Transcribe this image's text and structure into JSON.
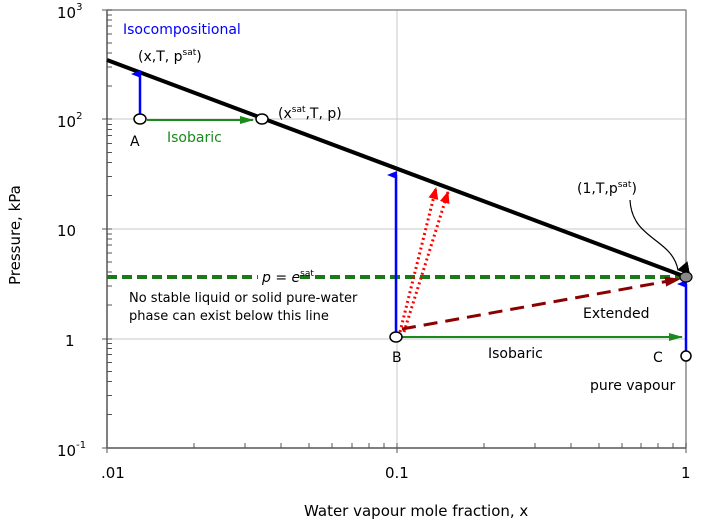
{
  "chart_data": {
    "type": "line",
    "title": "",
    "xlabel": "Water vapour mole fraction, x",
    "ylabel": "Pressure, kPa",
    "xscale": "log",
    "yscale": "log",
    "xlim": [
      0.01,
      1
    ],
    "ylim": [
      0.1,
      1000
    ],
    "grid": true,
    "x_tick_labels": [
      ".01",
      "0.1",
      "1"
    ],
    "y_tick_labels": [
      "10-1",
      "1",
      "10",
      "102",
      "103"
    ],
    "series": [
      {
        "name": "Saturation line",
        "style": "solid black thick",
        "points": [
          [
            0.01,
            350
          ],
          [
            1,
            3.7
          ]
        ]
      },
      {
        "name": "p = e_sat",
        "style": "dashed green",
        "points": [
          [
            0.01,
            3.7
          ],
          [
            1,
            3.7
          ]
        ]
      },
      {
        "name": "Isocompositional A",
        "style": "blue arrow",
        "points": [
          [
            0.0125,
            100
          ],
          [
            0.0125,
            275
          ]
        ]
      },
      {
        "name": "Isobaric A",
        "style": "green arrow",
        "points": [
          [
            0.0125,
            100
          ],
          [
            0.034,
            100
          ]
        ]
      },
      {
        "name": "Isocompositional B",
        "style": "blue arrow",
        "points": [
          [
            0.1,
            1.05
          ],
          [
            0.1,
            36
          ]
        ]
      },
      {
        "name": "Isobaric B",
        "style": "green arrow",
        "points": [
          [
            0.1,
            1.05
          ],
          [
            1,
            1.05
          ]
        ]
      },
      {
        "name": "Extended",
        "style": "dashed dark red arrow",
        "points": [
          [
            0.1,
            1.05
          ],
          [
            1,
            3.7
          ]
        ]
      },
      {
        "name": "Dotted path 1",
        "style": "dotted red arrow",
        "points": [
          [
            0.1,
            1.05
          ],
          [
            0.135,
            28
          ]
        ]
      },
      {
        "name": "Dotted path 2",
        "style": "dotted red arrow",
        "points": [
          [
            0.1,
            1.05
          ],
          [
            0.15,
            25
          ]
        ]
      },
      {
        "name": "Isocompositional C",
        "style": "blue arrow",
        "points": [
          [
            1,
            0.68
          ],
          [
            1,
            3.7
          ]
        ]
      }
    ],
    "points": [
      {
        "label": "A",
        "x": 0.0125,
        "y": 100
      },
      {
        "label": "(xsat, T, p)",
        "x": 0.034,
        "y": 100
      },
      {
        "label": "B",
        "x": 0.1,
        "y": 1.05
      },
      {
        "label": "C",
        "x": 1,
        "y": 0.68
      },
      {
        "label": "(1, T, psat)",
        "x": 1,
        "y": 3.7
      }
    ],
    "annotations": [
      "Isocompositional",
      "(x,T, psat)",
      "(xsat,T, p)",
      "Isobaric",
      "p = esat",
      "No stable liquid or solid pure-water phase can exist below this line",
      "(1,T,psat)",
      "Extended",
      "Isobaric",
      "pure vapour",
      "A",
      "B",
      "C"
    ]
  },
  "labels": {
    "isocompositional": "Isocompositional",
    "pt_a_sat_base": "(x,T, p",
    "sat_sup": "sat",
    "close_paren": ")",
    "xsat_open": "(x",
    "xsat_rest": ",T, p)",
    "isobaric_top": "Isobaric",
    "a": "A",
    "b": "B",
    "c": "C",
    "pe_p": "p",
    "pe_eq": " = e",
    "note1": "No stable liquid or solid pure-water",
    "note2": "phase can exist below this line",
    "one_t_p": "(1,T,p",
    "extended": "Extended",
    "isobaric_bottom": "Isobaric",
    "pure_vapour": "pure vapour",
    "xlabel": "Water vapour mole fraction, x",
    "ylabel": "Pressure, kPa",
    "x_ticks": [
      ".01",
      "0.1",
      "1"
    ],
    "y_ticks": {
      "e3_base": "10",
      "e3_exp": "3",
      "e2_base": "10",
      "e2_exp": "2",
      "ten": "10",
      "one": "1",
      "em1_base": "10",
      "em1_exp": "-1"
    }
  },
  "colors": {
    "saturation": "#000000",
    "isocompositional": "#0000ff",
    "isobaric": "#1a8a1a",
    "esat_line": "#1a7a1a",
    "extended": "#8b0000",
    "dotted": "#ff0000",
    "grid": "#c8c8c8",
    "axis": "#555555"
  }
}
